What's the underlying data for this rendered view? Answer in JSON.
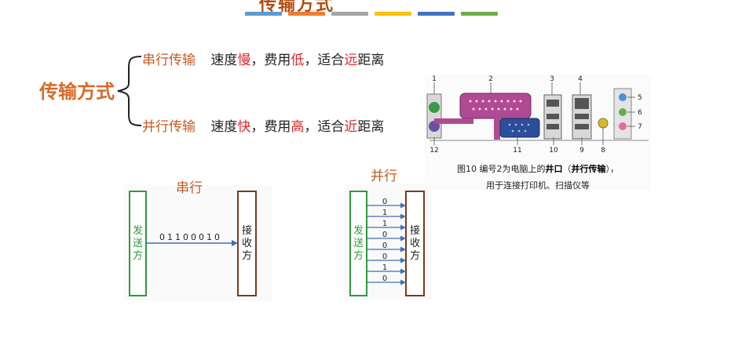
{
  "slide": {
    "title": "传输方式",
    "color_bars": [
      "#5b9bd5",
      "#ed7d31",
      "#a5a5a5",
      "#ffc000",
      "#4472c4",
      "#70ad47"
    ]
  },
  "main_title": "传输方式",
  "serial_row": {
    "label": "串行传输",
    "p1": "速度",
    "h1": "慢",
    "p2": "，费用",
    "h2": "低",
    "p3": "，适合",
    "h3": "远",
    "p4": "距离"
  },
  "parallel_row": {
    "label": "并行传输",
    "p1": "速度",
    "h1": "快",
    "p2": "，费用",
    "h2": "高",
    "p3": "，适合",
    "h3": "近",
    "p4": "距离"
  },
  "serial_diagram": {
    "title": "串行",
    "sender": "发送方",
    "receiver": "接收方",
    "bits": "01100010"
  },
  "parallel_diagram": {
    "title": "并行",
    "sender": "发送方",
    "receiver": "接收方",
    "bits": [
      "0",
      "1",
      "1",
      "0",
      "0",
      "0",
      "1",
      "0"
    ]
  },
  "photo": {
    "callouts_top": [
      "1",
      "2",
      "3",
      "4"
    ],
    "callouts_right": [
      "5",
      "6",
      "7"
    ],
    "callouts_bottom": [
      "12",
      "11",
      "10",
      "9",
      "8"
    ],
    "caption_line1_pre": "图10  编号2为电脑上的",
    "caption_line1_bold1": "井口",
    "caption_line1_mid": "（",
    "caption_line1_bold2": "并行传输",
    "caption_line1_post": "），",
    "caption_line2": "用于连接打印机、扫描仪等"
  }
}
